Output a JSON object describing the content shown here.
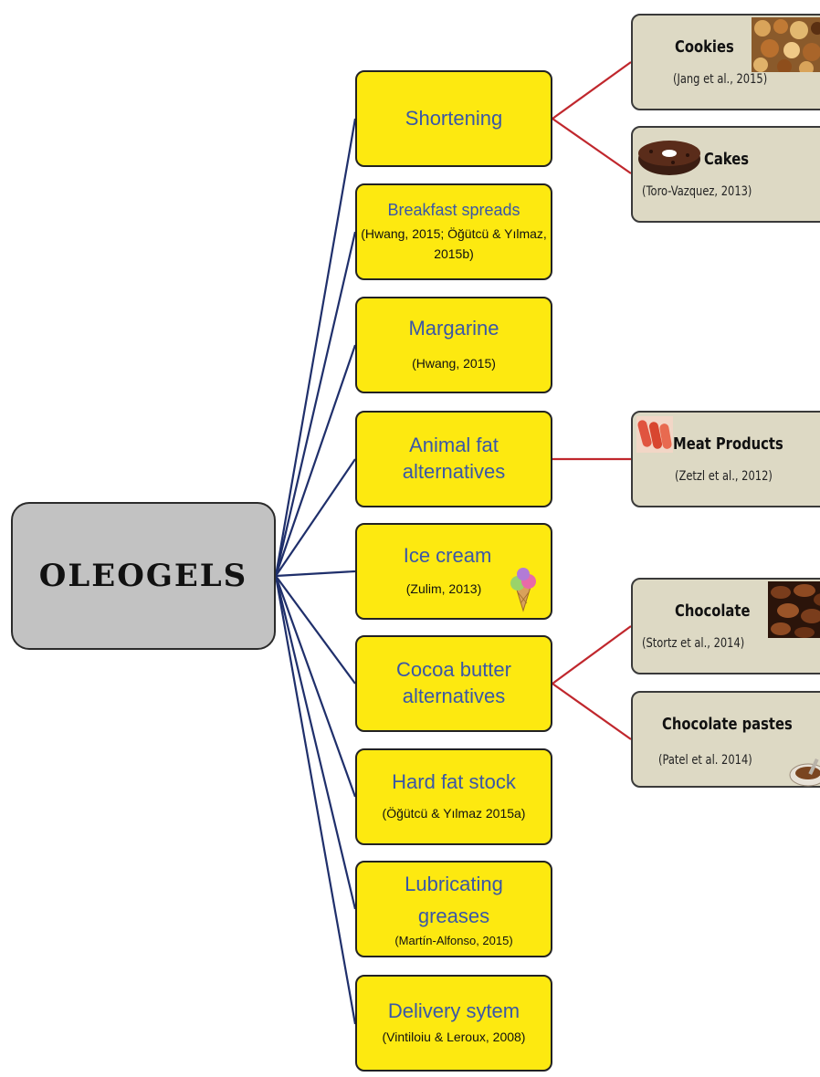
{
  "root": {
    "label": "OLEOGELS"
  },
  "applications": [
    {
      "title": "Shortening",
      "citation": ""
    },
    {
      "title": "Breakfast spreads",
      "citation": "(Hwang, 2015; Öğütcü & Yılmaz, 2015b)"
    },
    {
      "title": "Margarine",
      "citation": "(Hwang, 2015)"
    },
    {
      "title": "Animal fat alternatives",
      "citation": ""
    },
    {
      "title": "Ice cream",
      "citation": "(Zulim, 2013)"
    },
    {
      "title": "Cocoa butter alternatives",
      "citation": ""
    },
    {
      "title": "Hard fat stock",
      "citation": "(Öğütcü & Yılmaz 2015a)"
    },
    {
      "title": "Lubricating greases",
      "citation": "(Martín-Alfonso, 2015)"
    },
    {
      "title": "Delivery sytem",
      "citation": "(Vintiloiu & Leroux, 2008)"
    }
  ],
  "products": [
    {
      "title": "Cookies",
      "citation": "(Jang et al., 2015)",
      "image": "cookies-photo"
    },
    {
      "title": "Cakes",
      "citation": "(Toro-Vazquez, 2013)",
      "image": "cake-photo"
    },
    {
      "title": "Meat Products",
      "citation": "(Zetzl et al., 2012)",
      "image": "sausage-photo"
    },
    {
      "title": "Chocolate",
      "citation": "(Stortz et al., 2014)",
      "image": "cocoa-beans-photo"
    },
    {
      "title": "Chocolate pastes",
      "citation": "(Patel et al. 2014)",
      "image": "chocolate-paste-photo"
    }
  ],
  "colors": {
    "application_box": "#fde910",
    "application_text": "#3a57a7",
    "product_box": "#ddd9c4",
    "root_box": "#c2c2c2",
    "root_connector": "#1f2f6b",
    "product_connector": "#c0272d"
  }
}
